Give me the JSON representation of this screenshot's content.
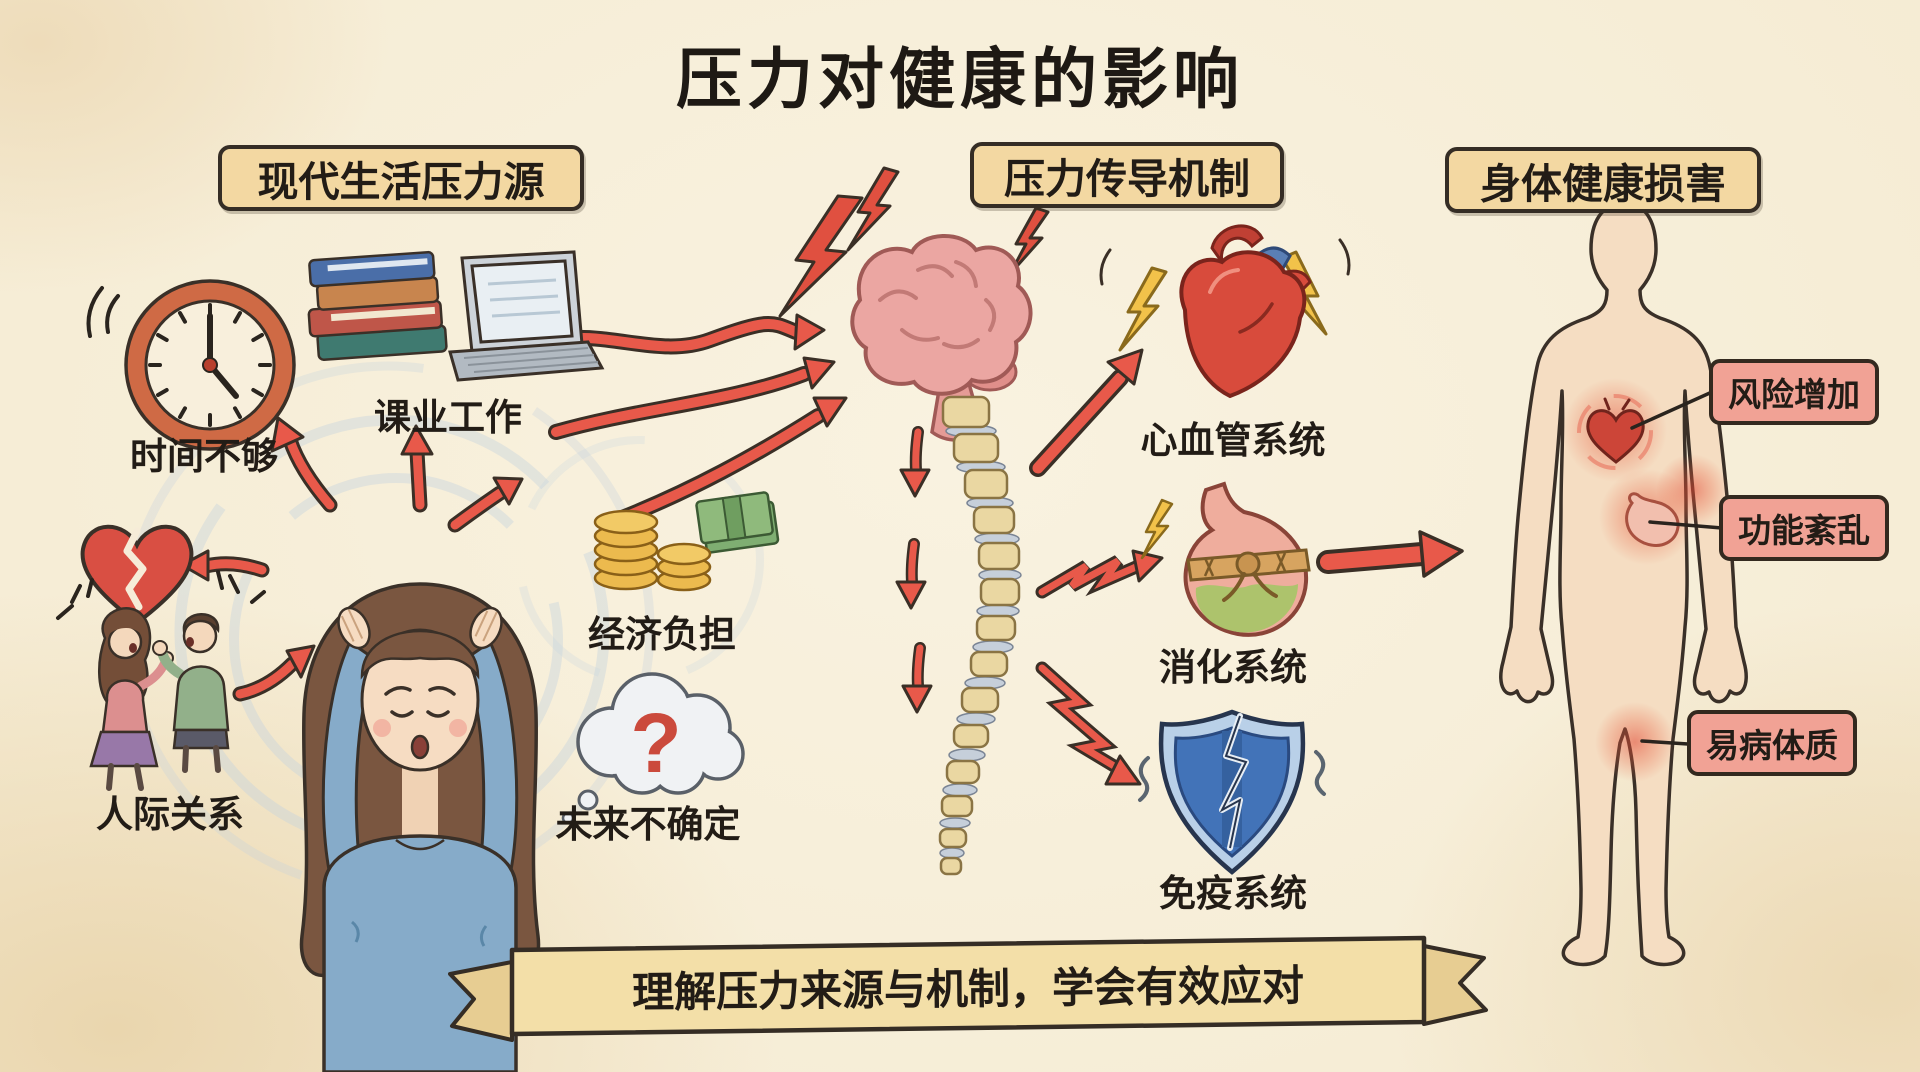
{
  "title": "压力对健康的影响",
  "sections": {
    "stressors": {
      "header": "现代生活压力源",
      "items": [
        {
          "label": "时间不够",
          "icon": "clock-icon"
        },
        {
          "label": "课业工作",
          "icon": "books-laptop-icon"
        },
        {
          "label": "人际关系",
          "icon": "arguing-couple-icon"
        },
        {
          "label": "经济负担",
          "icon": "coins-cash-icon"
        },
        {
          "label": "未来不确定",
          "icon": "question-cloud-icon"
        }
      ],
      "center_icon": "stressed-person-icon"
    },
    "mechanism": {
      "header": "压力传导机制",
      "hub_icons": [
        "brain-icon",
        "spine-icon"
      ],
      "items": [
        {
          "label": "心血管系统",
          "icon": "heart-organ-icon"
        },
        {
          "label": "消化系统",
          "icon": "stomach-icon"
        },
        {
          "label": "免疫系统",
          "icon": "immune-shield-icon"
        }
      ]
    },
    "damage": {
      "header": "身体健康损害",
      "figure_icon": "human-body-icon",
      "tags": [
        {
          "label": "风险增加"
        },
        {
          "label": "功能紊乱"
        },
        {
          "label": "易病体质"
        }
      ]
    }
  },
  "banner": {
    "text": "理解压力来源与机制，学会有效应对"
  },
  "colors": {
    "background": "#f6eedb",
    "outline": "#352d25",
    "header_bg": "#f3d8a2",
    "tag_bg": "#f1a295",
    "arrow_red": "#e8594a",
    "banner_bg": "#f3dfa8",
    "bolt_yellow": "#f2c24a",
    "brain_pink": "#eba6a2",
    "shield_blue": "#4273b8",
    "body_skin": "#f5ddc2",
    "text": "#221c16"
  }
}
